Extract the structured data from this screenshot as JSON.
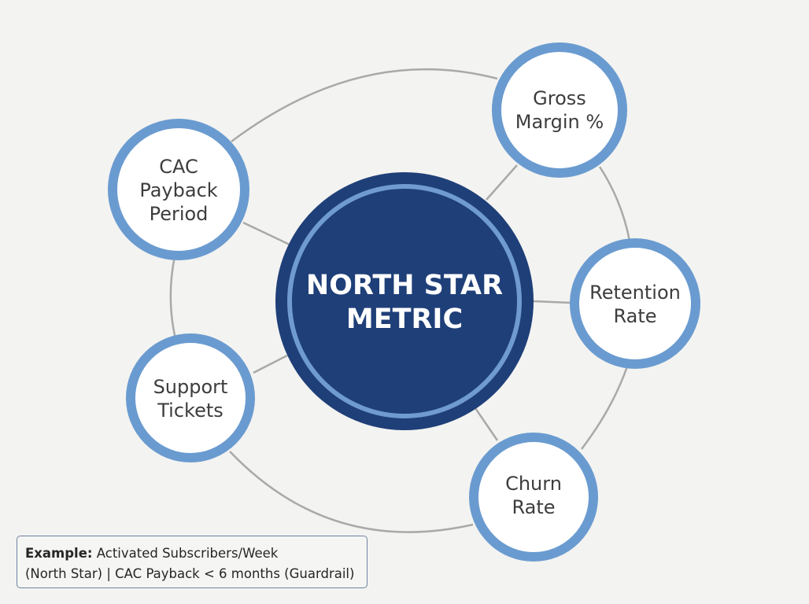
{
  "center": {
    "lines": [
      "NORTH STAR",
      "METRIC"
    ]
  },
  "satellites": [
    {
      "name": "satellite-gross-margin",
      "lines": [
        "Gross",
        "Margin %"
      ]
    },
    {
      "name": "satellite-retention-rate",
      "lines": [
        "Retention",
        "Rate"
      ]
    },
    {
      "name": "satellite-churn-rate",
      "lines": [
        "Churn",
        "Rate"
      ]
    },
    {
      "name": "satellite-support-tickets",
      "lines": [
        "Support",
        "Tickets"
      ]
    },
    {
      "name": "satellite-cac-payback-period",
      "lines": [
        "CAC",
        "Payback",
        "Period"
      ]
    }
  ],
  "example": {
    "label": "Example:",
    "line1": "Activated Subscribers/Week",
    "line2": "(North Star) | CAC Payback < 6 months (Guardrail)"
  },
  "colors": {
    "background": "#f3f3f1",
    "center_fill": "#1f3f78",
    "center_ring": "#6f9bd0",
    "satellite_ring": "#6a9bd0",
    "satellite_fill": "#ffffff",
    "connector": "#a9a9a9"
  }
}
